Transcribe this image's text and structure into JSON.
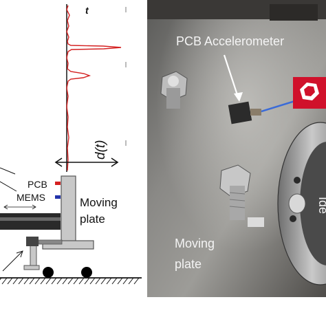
{
  "schematic": {
    "time_label": "t",
    "displacement_label": "d(t)",
    "sensor_pcb_label": "PCB",
    "sensor_mems_label": "MEMS",
    "moving_plate_line1": "Moving",
    "moving_plate_line2": "plate"
  },
  "photo": {
    "accelerometer_label": "PCB Accelerometer",
    "moving_plate_line1": "Moving",
    "moving_plate_line2": "plate",
    "edge_text": "Ide"
  },
  "colors": {
    "signal": "#d42020",
    "pcb_marker": "#d42020",
    "mems_marker": "#2233aa",
    "plate": "#c8c8c8",
    "photo_label": "#f4f4f4",
    "red_part": "#d0112b"
  }
}
